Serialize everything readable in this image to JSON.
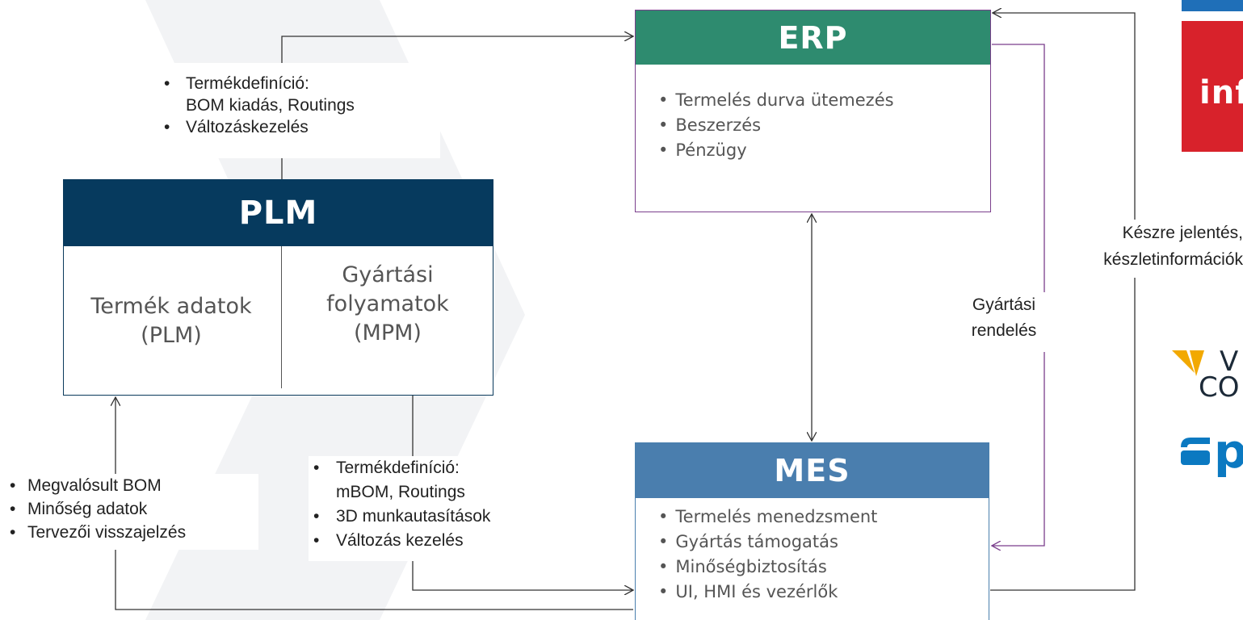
{
  "erp": {
    "title": "ERP",
    "items": [
      "Termelés durva ütemezés",
      "Beszerzés",
      "Pénzügy"
    ]
  },
  "plm": {
    "title": "PLM",
    "left": {
      "line1": "Termék adatok",
      "line2": "(PLM)"
    },
    "right": {
      "line1": "Gyártási",
      "line2": "folyamatok",
      "line3": "(MPM)"
    }
  },
  "mes": {
    "title": "MES",
    "items": [
      "Termelés menedzsment",
      "Gyártás támogatás",
      "Minőségbiztosítás",
      "UI, HMI és vezérlők"
    ]
  },
  "labels": {
    "plm_to_erp": {
      "item1_line1": "Termékdefiníció:",
      "item1_line2": "BOM kiadás, Routings",
      "item2": "Változáskezelés"
    },
    "mes_to_plm": [
      "Megvalósult BOM",
      "Minőség adatok",
      "Tervezői visszajelzés"
    ],
    "plm_to_mes": {
      "item1_line1": "Termékdefiníció:",
      "item1_line2": "mBOM, Routings",
      "item2": "3D munkautasítások",
      "item3": "Változás kezelés"
    },
    "erp_to_mes": {
      "line1": "Gyártási",
      "line2": "rendelés"
    },
    "mes_to_erp": {
      "line1": "Készre jelentés,",
      "line2": "készletinformációk"
    }
  },
  "logos": {
    "infor": "infor",
    "v_line1": "V",
    "v_line2": "CO",
    "p_text": "p"
  },
  "colors": {
    "erp_header": "#2e8b6f",
    "plm_header": "#063a5e",
    "mes_header": "#4a7eae",
    "purple_line": "#7b3f8c"
  }
}
